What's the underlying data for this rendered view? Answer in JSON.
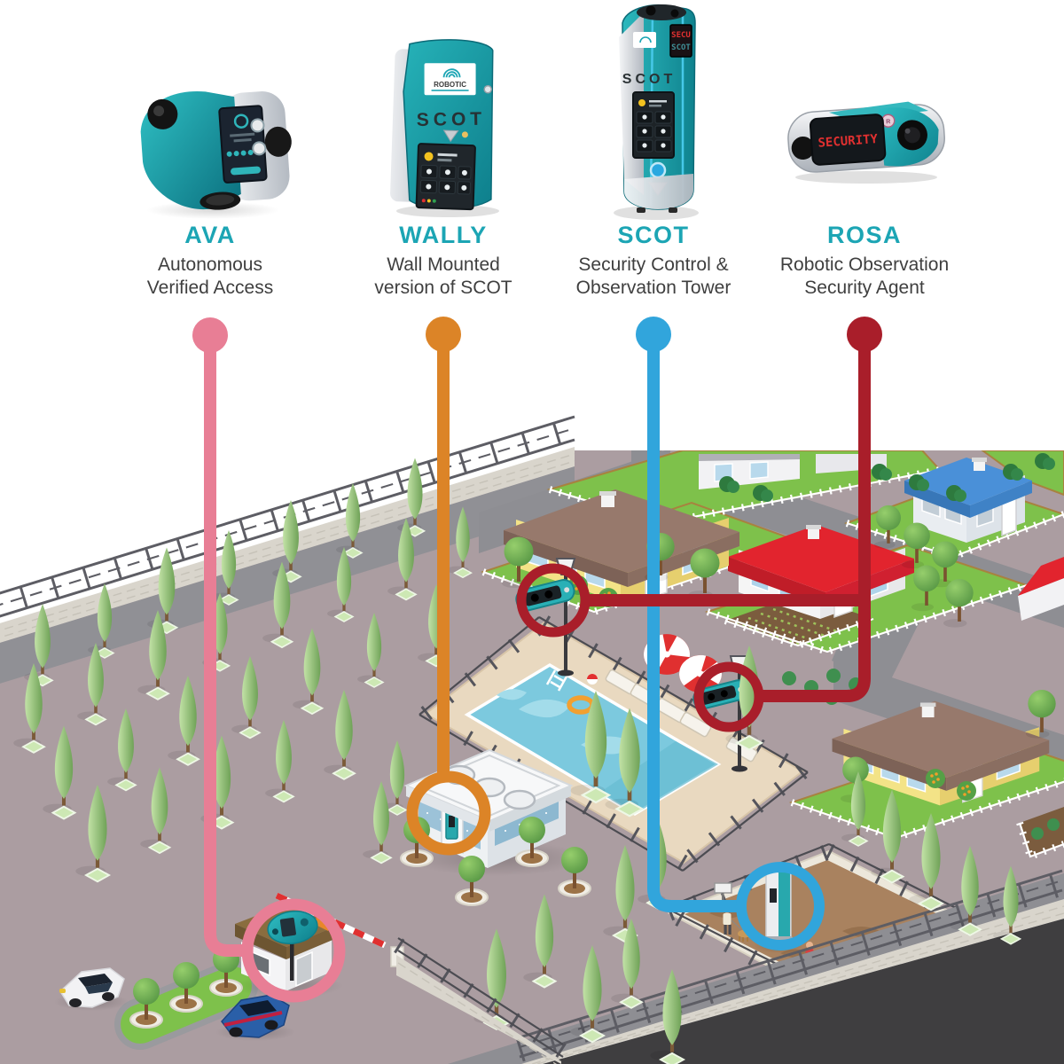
{
  "header": {
    "products": [
      {
        "name": "AVA",
        "desc_line1": "Autonomous",
        "desc_line2": "Verified Access",
        "marker_color": "#e87e95"
      },
      {
        "name": "WALLY",
        "desc_line1": "Wall Mounted",
        "desc_line2": "version of SCOT",
        "marker_color": "#dc8427"
      },
      {
        "name": "SCOT",
        "desc_line1": "Security Control &",
        "desc_line2": "Observation Tower",
        "marker_color": "#31a5dc"
      },
      {
        "name": "ROSA",
        "desc_line1": "Robotic Observation",
        "desc_line2": "Security Agent",
        "marker_color": "#a91e2a"
      }
    ]
  },
  "devices": {
    "wally": {
      "brand": "ROBOTIC",
      "model": "SCOT"
    },
    "scot_tower": {
      "model": "SCOT",
      "led_text": "SECU",
      "led_text2": "SCOT"
    },
    "rosa": {
      "led_text": "SECURITY"
    }
  },
  "palette": {
    "title_teal": "#1ca5b4",
    "body_text": "#3f3f3f",
    "device_teal": "#1fa9b0",
    "led_red": "#e03030",
    "ava_pink": "#e87e95",
    "wally_orange": "#dc8427",
    "scot_blue": "#31a5dc",
    "rosa_red": "#a91e2a"
  }
}
